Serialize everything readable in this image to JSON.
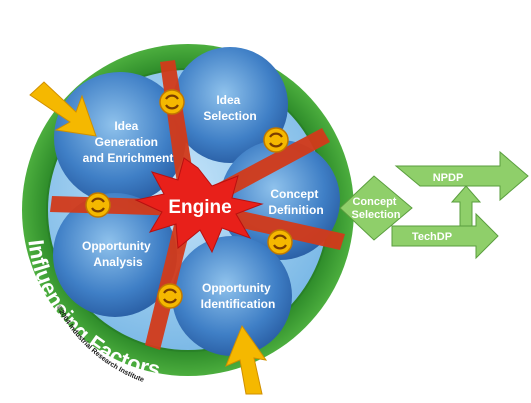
{
  "center": {
    "label": "Engine"
  },
  "elements": [
    {
      "id": "idea-generation",
      "lines": [
        "Idea",
        "Generation",
        "and Enrichment"
      ]
    },
    {
      "id": "idea-selection",
      "lines": [
        "Idea",
        "Selection"
      ]
    },
    {
      "id": "concept-definition",
      "lines": [
        "Concept",
        "Definition"
      ]
    },
    {
      "id": "opportunity-identification",
      "lines": [
        "Opportunity",
        "Identification"
      ]
    },
    {
      "id": "opportunity-analysis",
      "lines": [
        "Opportunity",
        "Analysis"
      ]
    }
  ],
  "ring": {
    "label": "Influencing Factors",
    "copyright": "©2004 Industrial Research Institute"
  },
  "outputs": {
    "selection": [
      "Concept",
      "Selection"
    ],
    "npdp": "NPDP",
    "techdp": "TechDP"
  },
  "colors": {
    "outer_ring": "#3a9a32",
    "inner_disk": "#8cc8f0",
    "petal": "#3a78c0",
    "spoke": "#d83a1e",
    "engine": "#e8201a",
    "arrow_yellow": "#f5b800",
    "output_green": "#8fcf6a"
  },
  "icons": [
    "cycle-arrows-icon",
    "input-arrow-icon"
  ]
}
